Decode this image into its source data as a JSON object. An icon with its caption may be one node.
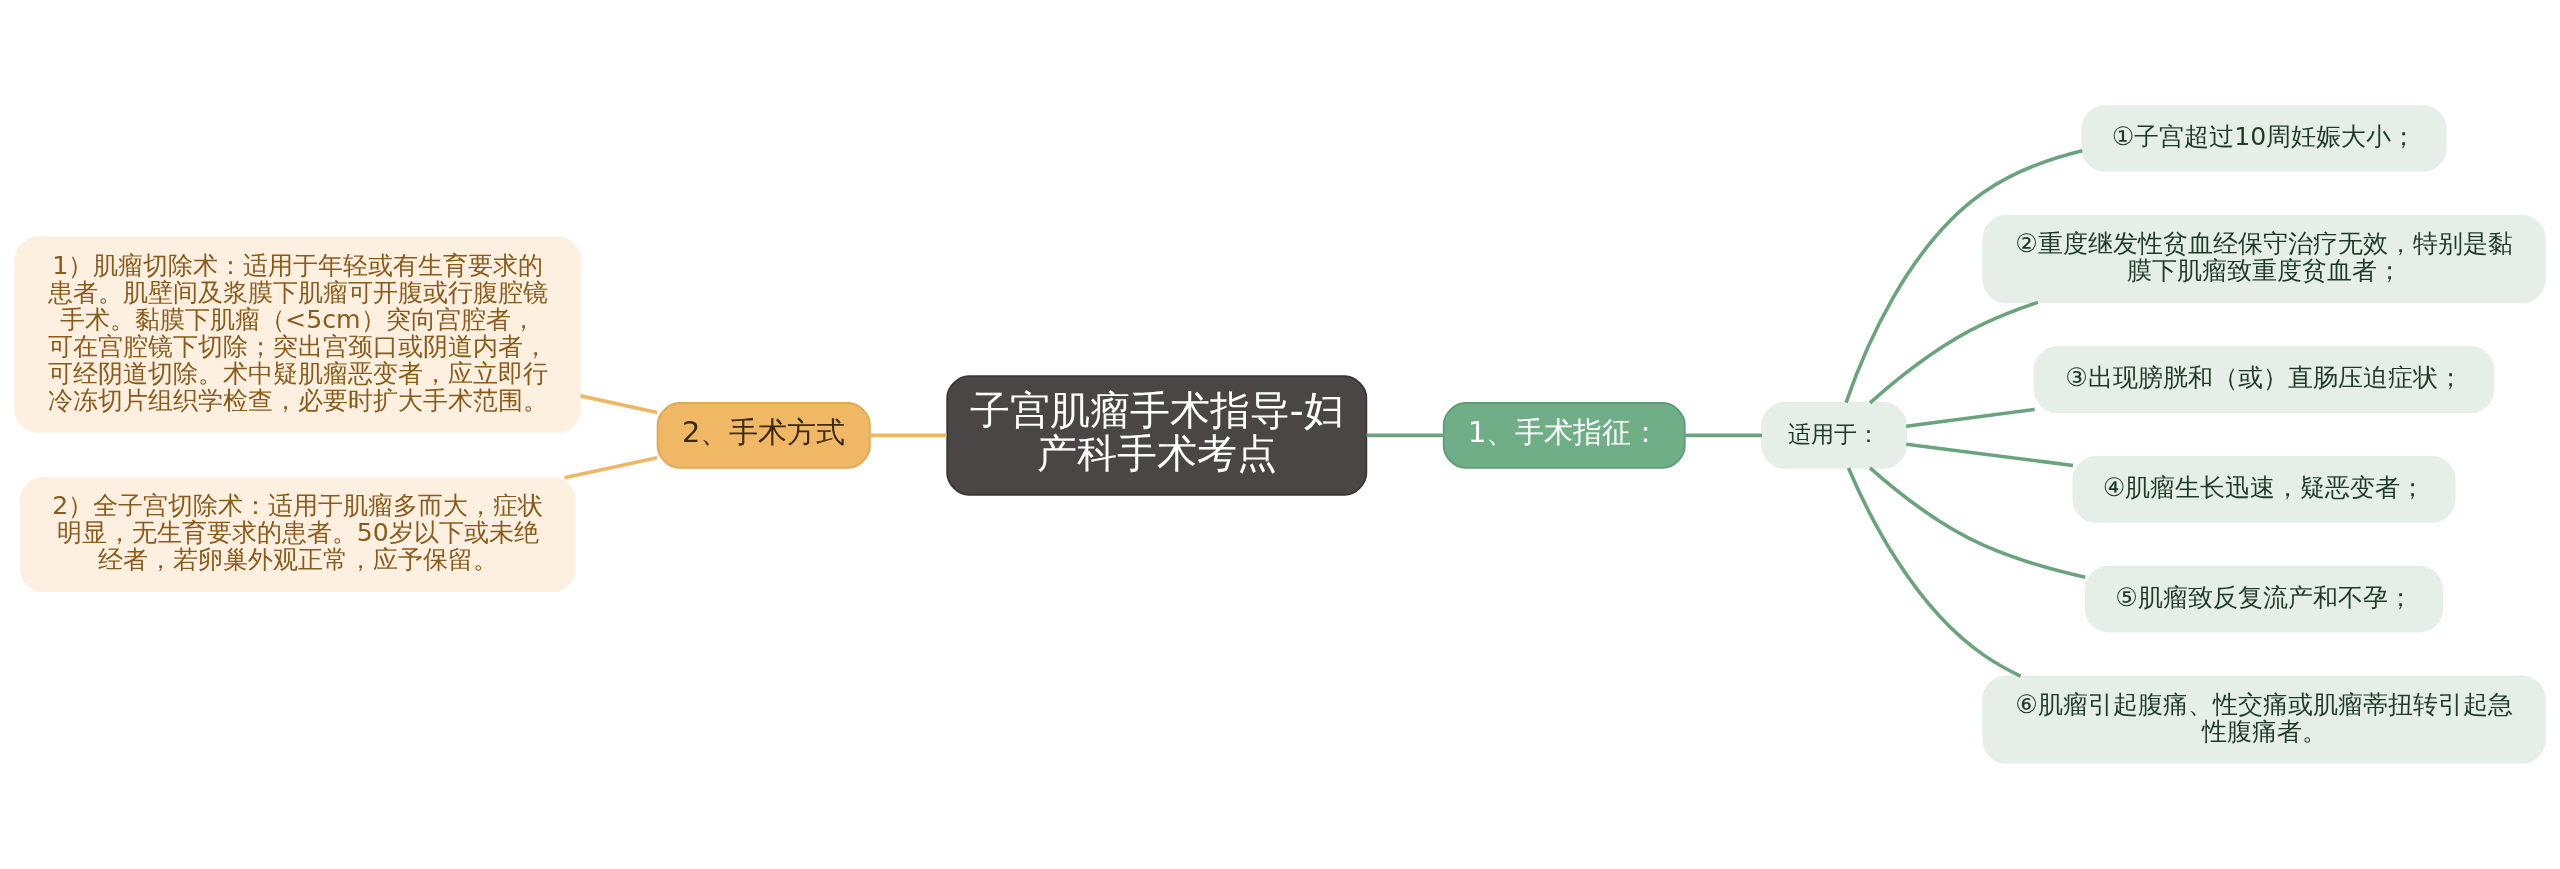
{
  "diagram": {
    "nodes": [
      {
        "text": [
          "子宫肌瘤手术指导-妇产科手术考点"
        ]
      },
      {
        "text": [
          "1、手术指征："
        ]
      },
      {
        "text": [
          "适用于："
        ]
      },
      {
        "text": [
          "①子宫超过10周妊娠大小；"
        ]
      },
      {
        "text": [
          "②重度继发性贫血经保守治疗无效，特别是黏膜下肌瘤致重度贫血者；"
        ]
      },
      {
        "text": [
          "③出现膀胱和（或）直肠压迫症状；"
        ]
      },
      {
        "text": [
          "④肌瘤生长迅速，疑恶变者；"
        ]
      },
      {
        "text": [
          "⑤肌瘤致反复流产和不孕；"
        ]
      },
      {
        "text": [
          "⑥肌瘤引起腹痛、性交痛或肌瘤蒂扭转引起急性腹痛者。"
        ]
      },
      {
        "text": [
          "2、手术方式"
        ]
      },
      {
        "text": [
          "1）肌瘤切除术：适用于年轻或有生育要求的患者。肌壁间及浆膜下肌瘤可开腹或行腹腔镜手术。黏膜下肌瘤（<5cm）突向宫腔者，可在宫腔镜下切除；突出宫颈口或阴道内者，可经阴道切除。术中疑肌瘤恶变者，应立即行冷冻切片组织学检查，必要时扩大手术范围。"
        ]
      },
      {
        "text": [
          "2）全子宫切除术：适用于肌瘤多而大，症状明显，无生育要求的患者。50岁以下或未绝经者，若卵巢外观正常，应予保留。"
        ]
      }
    ],
    "edges": [
      {
        "from": 0,
        "to": 1,
        "arrow": "none"
      },
      {
        "from": 1,
        "to": 2,
        "arrow": "none"
      },
      {
        "from": 2,
        "to": 3,
        "arrow": "none"
      },
      {
        "from": 2,
        "to": 4,
        "arrow": "none"
      },
      {
        "from": 2,
        "to": 5,
        "arrow": "none"
      },
      {
        "from": 2,
        "to": 6,
        "arrow": "none"
      },
      {
        "from": 2,
        "to": 7,
        "arrow": "none"
      },
      {
        "from": 2,
        "to": 8,
        "arrow": "none"
      },
      {
        "from": 9,
        "to": 0,
        "arrow": "none",
        "color": "#efb765"
      },
      {
        "from": 10,
        "to": 9,
        "arrow": "none",
        "color": "#efb765"
      },
      {
        "from": 11,
        "to": 9,
        "arrow": "none",
        "color": "#efb765"
      }
    ]
  }
}
